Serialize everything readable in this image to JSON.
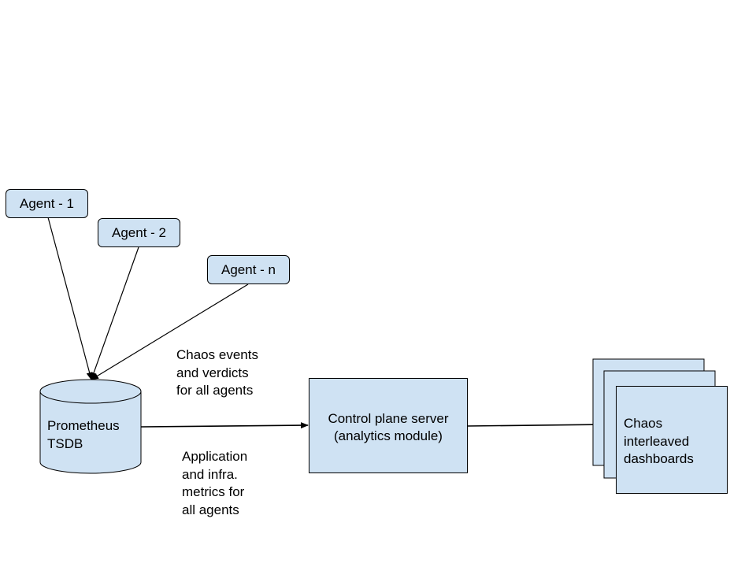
{
  "colors": {
    "node_fill": "#cfe2f3",
    "stroke": "#000000",
    "background": "#ffffff"
  },
  "agents": [
    {
      "label": "Agent - 1"
    },
    {
      "label": "Agent - 2"
    },
    {
      "label": "Agent - n"
    }
  ],
  "database": {
    "label": "Prometheus\nTSDB"
  },
  "server": {
    "label": "Control plane server\n(analytics module)"
  },
  "dashboards": {
    "label": "Chaos\ninterleaved\ndashboards"
  },
  "edge_labels": {
    "upper": "Chaos events\nand verdicts\nfor all agents",
    "lower": "Application\nand infra.\nmetrics for\nall agents"
  }
}
